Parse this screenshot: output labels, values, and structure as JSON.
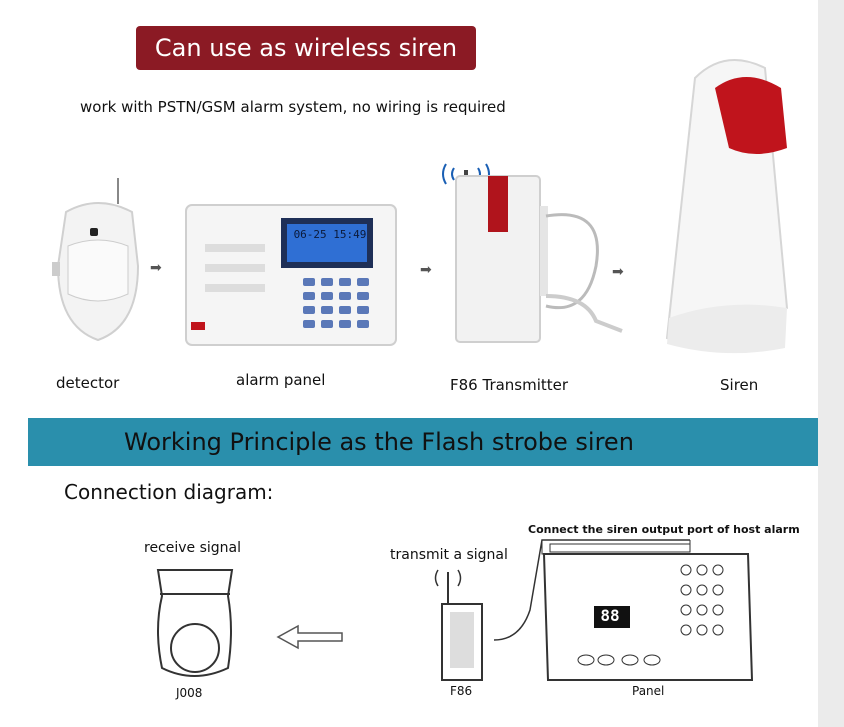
{
  "header": {
    "title": "Can use as wireless siren",
    "subtitle": "work with PSTN/GSM alarm system, no wiring is required"
  },
  "products": {
    "detector": "detector",
    "alarm_panel": "alarm panel",
    "transmitter": "F86 Transmitter",
    "siren": "Siren"
  },
  "panel_screen": {
    "display": "06-25  15:49"
  },
  "principle": {
    "title": "Working Principle as the Flash strobe siren"
  },
  "diagram": {
    "heading": "Connection diagram:",
    "receive_label": "receive signal",
    "transmit_label": "transmit a signal",
    "connect_label": "Connect the siren output port of host alarm",
    "j008_label": "J008",
    "f86_label": "F86",
    "panel_label": "Panel",
    "panel_display": "88"
  },
  "colors": {
    "banner_red": "#8b1a24",
    "band_blue": "#2a8fac",
    "siren_red": "#c0141c",
    "lcd_blue": "#2f6fd4"
  }
}
